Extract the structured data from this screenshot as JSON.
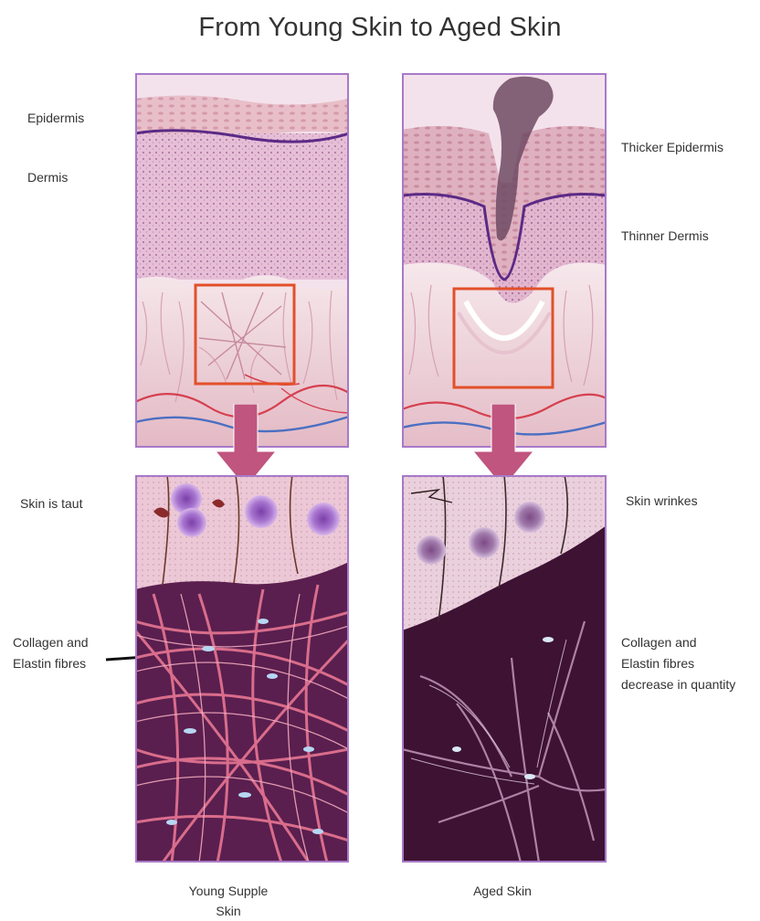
{
  "title": "From Young Skin to Aged Skin",
  "left": {
    "labels": {
      "epidermis": "Epidermis",
      "dermis": "Dermis",
      "skin_state": "Skin is taut",
      "fibres_line1": "Collagen and",
      "fibres_line2": "Elastin fibres"
    },
    "caption_line1": "Young Supple",
    "caption_line2": "Skin"
  },
  "right": {
    "labels": {
      "epidermis": "Thicker Epidermis",
      "dermis": "Thinner Dermis",
      "skin_state": "Skin wrinkes",
      "fibres_line1": "Collagen and",
      "fibres_line2": "Elastin fibres",
      "fibres_line3": "decrease in quantity"
    },
    "caption": "Aged Skin"
  },
  "colors": {
    "panel_border": "#a879c9",
    "highlight_box": "#e2502a",
    "arrow": "#c0557f",
    "boundary_line": "#5b2a86"
  }
}
